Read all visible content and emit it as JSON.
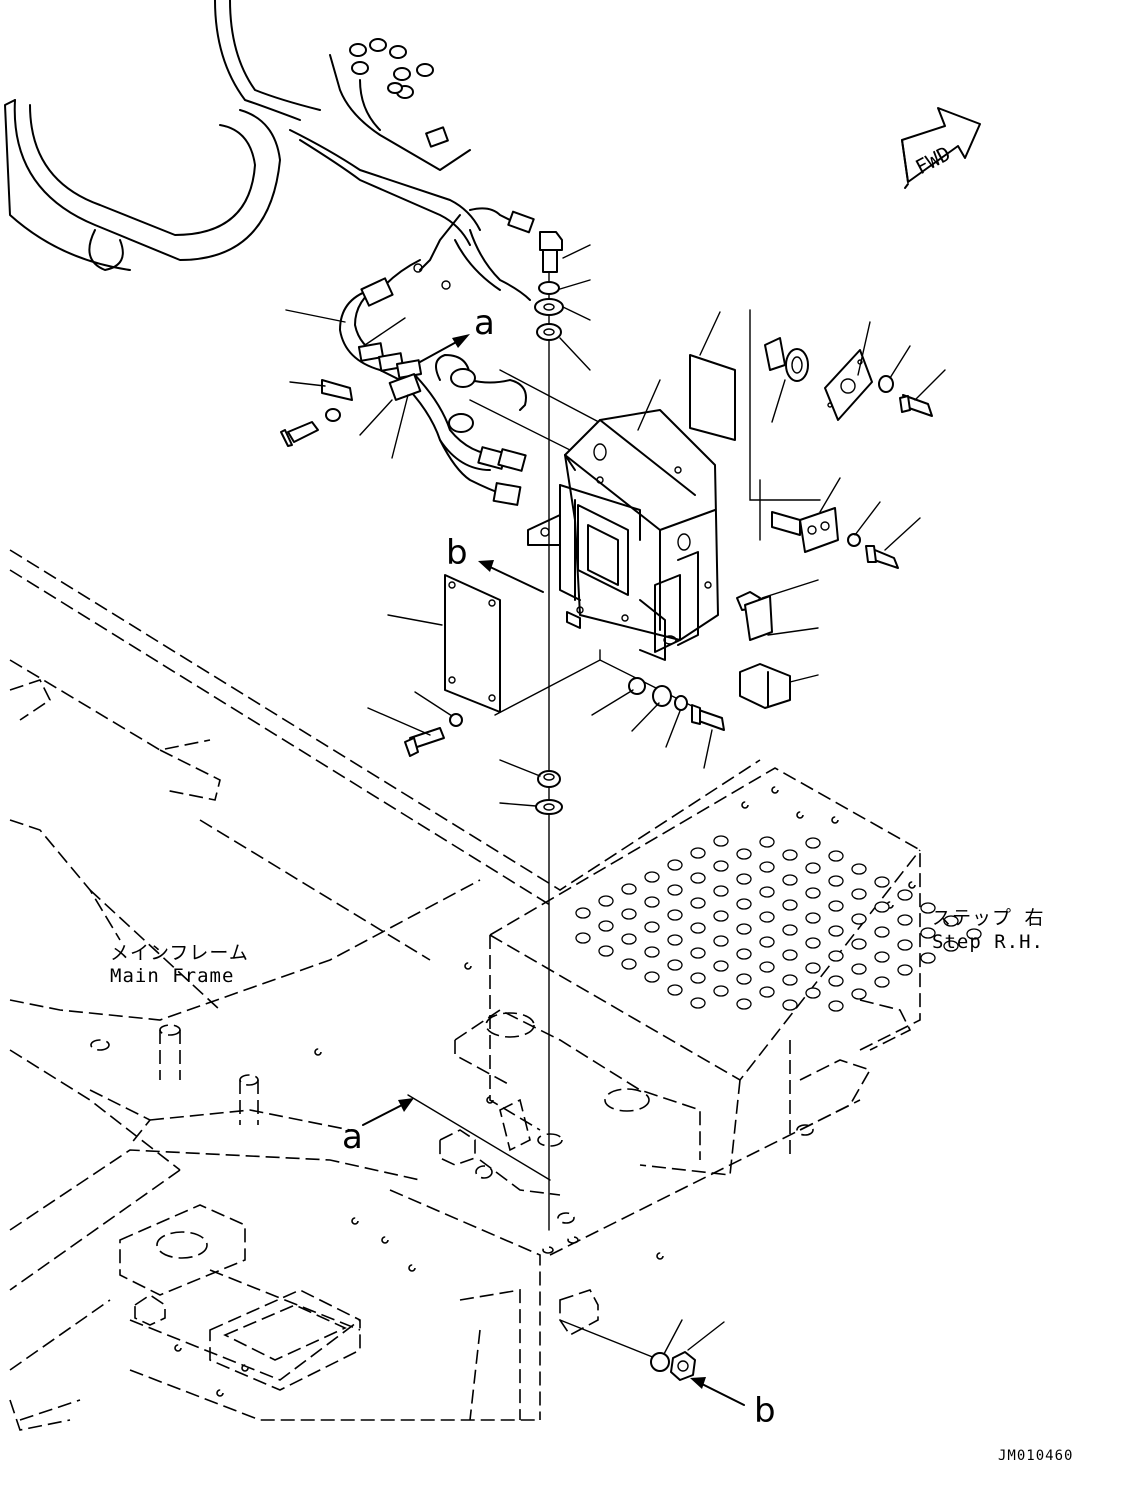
{
  "labels": {
    "main_frame_jp": "メインフレーム",
    "main_frame_en": "Main Frame",
    "step_jp": "ステップ 右",
    "step_en": "Step R.H.",
    "fwd": "FWD"
  },
  "refs": {
    "a": "a",
    "b": "b"
  },
  "drawing_code": "JM010460",
  "icons": [
    "fwd-arrow-icon",
    "detail-arrow-icon"
  ],
  "colors": {
    "line": "#000000",
    "background": "#ffffff"
  }
}
